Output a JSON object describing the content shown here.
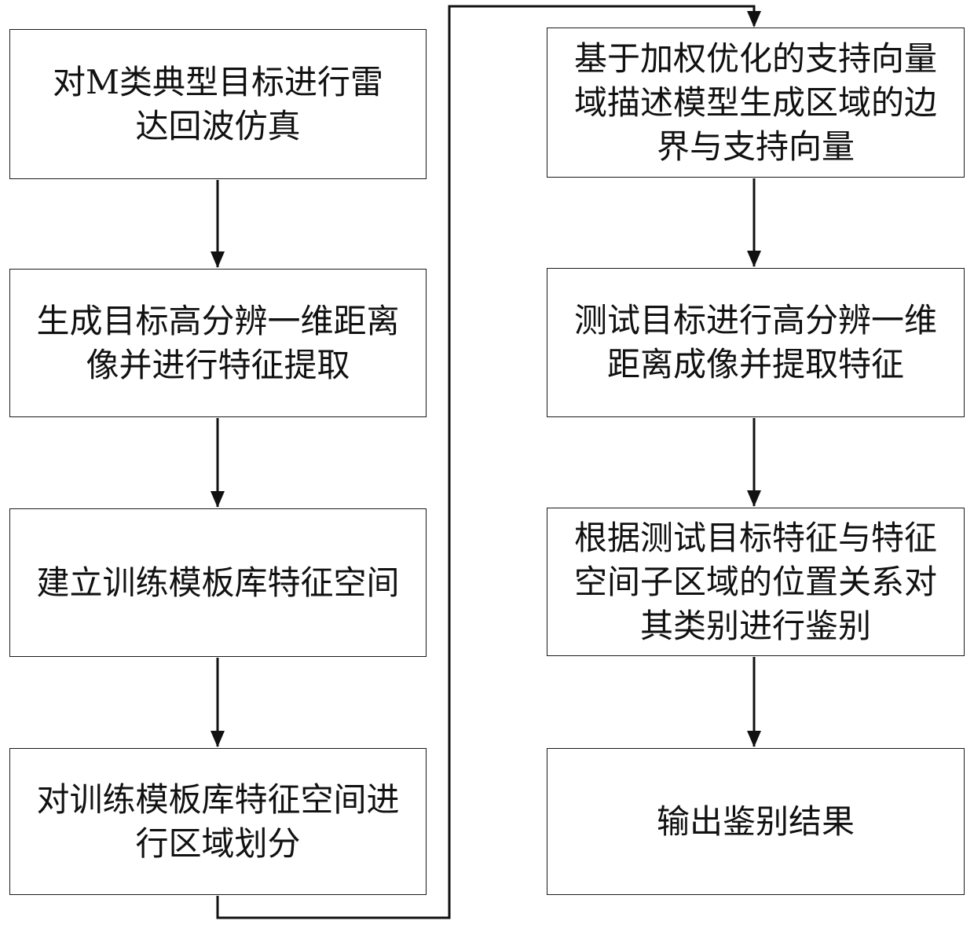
{
  "flowchart": {
    "left_column": [
      {
        "id": "step1",
        "text": "对M类典型目标进行雷达回波仿真"
      },
      {
        "id": "step2",
        "text": "生成目标高分辨一维距离像并进行特征提取"
      },
      {
        "id": "step3",
        "text": "建立训练模板库特征空间"
      },
      {
        "id": "step4",
        "text": "对训练模板库特征空间进行区域划分"
      }
    ],
    "right_column": [
      {
        "id": "step5",
        "text": "基于加权优化的支持向量域描述模型生成区域的边界与支持向量"
      },
      {
        "id": "step6",
        "text": "测试目标进行高分辨一维距离成像并提取特征"
      },
      {
        "id": "step7",
        "text": "根据测试目标特征与特征空间子区域的位置关系对其类别进行鉴别"
      },
      {
        "id": "step8",
        "text": "输出鉴别结果"
      }
    ],
    "colors": {
      "line": "#111111",
      "box_border": "#1a1a1a",
      "text": "#111111"
    }
  }
}
